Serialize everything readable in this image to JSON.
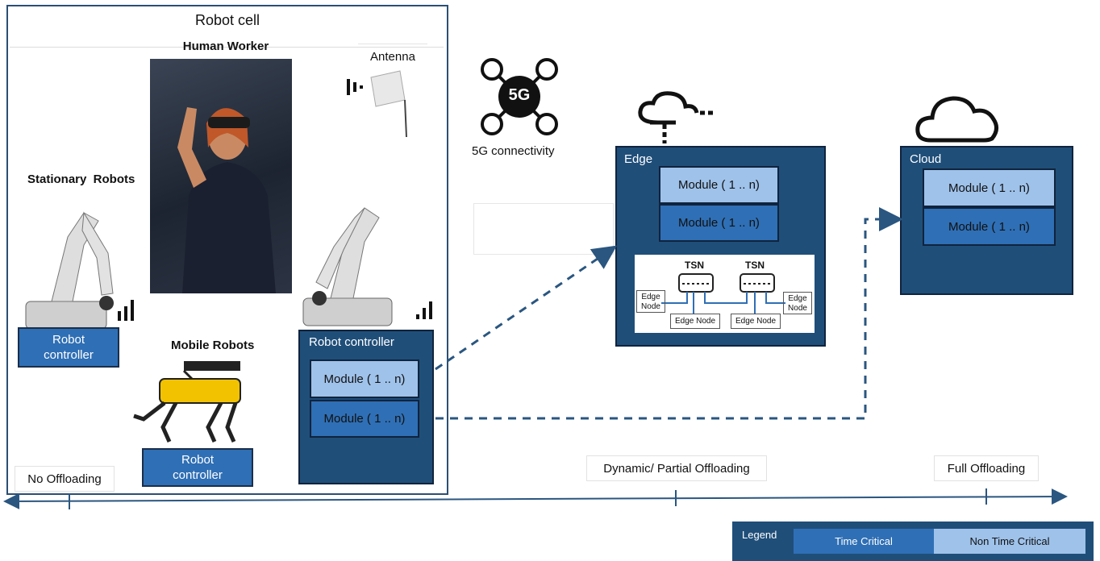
{
  "robot_cell": {
    "title": "Robot cell",
    "human_worker": "Human Worker",
    "antenna": "Antenna",
    "stationary_robots": "Stationary  Robots",
    "mobile_robots": "Mobile Robots",
    "robot_controller_left": [
      "Robot",
      "controller"
    ],
    "robot_controller_mobile": [
      "Robot",
      "controller"
    ],
    "robot_controller_main": "Robot controller",
    "modules": [
      "Module ( 1 .. n)",
      "Module ( 1 .. n)"
    ],
    "no_offloading": "No Offloading"
  },
  "connectivity": {
    "label": "5G connectivity",
    "badge": "5G"
  },
  "edge": {
    "title": "Edge",
    "modules": [
      "Module ( 1 .. n)",
      "Module ( 1 .. n)"
    ],
    "tsn_labels": [
      "TSN",
      "TSN"
    ],
    "edge_nodes": [
      "Edge Node",
      "Edge Node",
      "Edge",
      "Node",
      "Edge",
      "Node"
    ],
    "caption": "Dynamic/ Partial Offloading"
  },
  "cloud": {
    "title": "Cloud",
    "modules": [
      "Module ( 1 .. n)",
      "Module ( 1 .. n)"
    ],
    "caption": "Full Offloading"
  },
  "legend": {
    "title": "Legend",
    "time_critical": "Time Critical",
    "non_time_critical": "Non Time Critical"
  },
  "colors": {
    "navy": "#1f4e79",
    "time_critical": "#2f6fb5",
    "non_time_critical": "#9fc2ea",
    "arrow": "#2a5680"
  },
  "icons": [
    "5g-hub-icon",
    "cloud-icon",
    "edge-cloud-icon",
    "antenna-icon",
    "switch-icon",
    "robot-arm-icon",
    "robot-dog-icon",
    "worker-photo"
  ]
}
